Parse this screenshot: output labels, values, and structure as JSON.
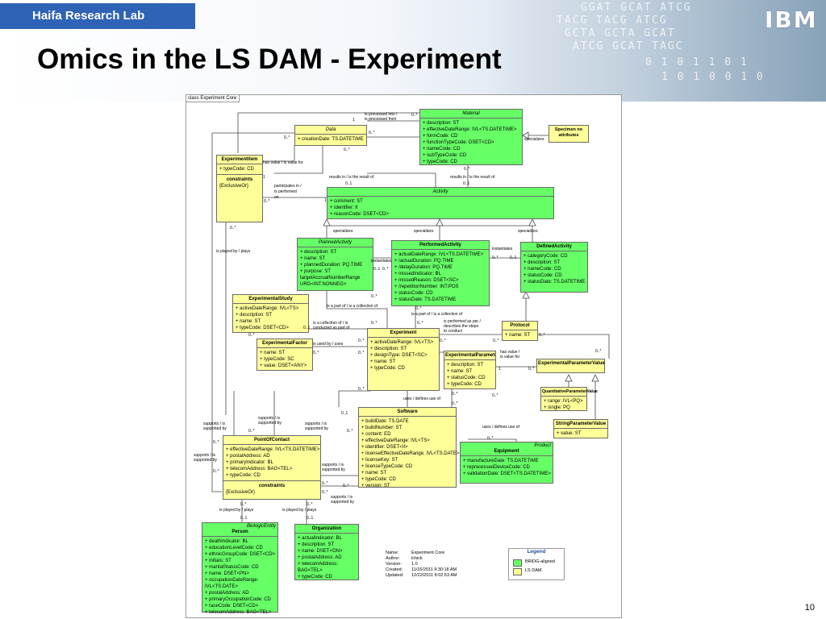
{
  "header": {
    "lab": "Haifa Research Lab",
    "title": "Omics in the LS DAM  - Experiment",
    "logo": "IBM",
    "page_number": "10"
  },
  "frame_label": "class Experiment Core",
  "colors": {
    "bridg_aligned": "#66ff66",
    "ls_dam": "#ffff99",
    "lab_tag": "#2f63b5"
  },
  "classes": {
    "material": {
      "name": "Material",
      "attrs": [
        "description:  ST",
        "effectiveDateRange:  IVL<TS.DATETIME>",
        "formCode:  CD",
        "functionTypeCode:  DSET<CD>",
        "nameCode:  CD",
        "subTypeCode:  CD",
        "typeCode:  CD"
      ]
    },
    "specimen": {
      "name": "Specimen no attributes"
    },
    "data": {
      "name": "Data",
      "attrs": [
        "creationDate:  TS.DATETIME"
      ]
    },
    "experimentitem": {
      "name": "ExperimentItem",
      "attrs": [
        "typeCode:  CD"
      ],
      "constraints_title": "constraints",
      "constraints": "{ExclusiveOr}"
    },
    "activity": {
      "name": "Activity",
      "attrs": [
        "comment:  ST",
        "identifier:  II",
        "reasonCode:  DSET<CD>"
      ]
    },
    "plannedactivity": {
      "name": "PlannedActivity",
      "attrs": [
        "description:  ST",
        "name:  ST",
        "plannedDuration:  PQ.TIME",
        "purpose:  ST",
        "targetAccrualNumberRange",
        "URG<INT.NONNEG>"
      ]
    },
    "performedactivity": {
      "name": "PerformedActivity",
      "attrs": [
        "actualDateRange:  IVL<TS.DATETIME>",
        "/actualDuration:  PQ.TIME",
        "/delayDuration:  PQ.TIME",
        "missedIndicator:  BL",
        "missedReason:  DSET<SC>",
        "/repetitionNumber:  INT.POS",
        "statusCode:  CD",
        "statusDate:  TS.DATETIME"
      ]
    },
    "definedactivity": {
      "name": "DefinedActivity",
      "attrs": [
        "categoryCode:  CD",
        "description:  ST",
        "nameCode:  CD",
        "statusCode:  CD",
        "statusDate:  TS.DATETIME"
      ]
    },
    "experimentalstudy": {
      "name": "ExperimentalStudy",
      "attrs": [
        "activeDateRange:  IVL<TS>",
        "description:  ST",
        "name:  ST",
        "typeCode:  DSET<CD>"
      ]
    },
    "protocol": {
      "name": "Protocol",
      "attrs": [
        "name:  ST"
      ]
    },
    "experimentalfactor": {
      "name": "ExperimentalFactor",
      "attrs": [
        "name:  ST",
        "typeCode:  SC",
        "value:  DSET<ANY>"
      ]
    },
    "experiment": {
      "name": "Experiment",
      "attrs": [
        "activeDateRange:  IVL<TS>",
        "description:  ST",
        "designType:  DSET<SC>",
        "name:  ST",
        "typeCode:  CD"
      ]
    },
    "experimentalparameter": {
      "name": "ExperimentalParameter",
      "attrs": [
        "description:  ST",
        "name:  ST",
        "statusCode:  CD",
        "typeCode:  CD"
      ]
    },
    "experimentalparametervalue": {
      "name": "ExperimentalParameterValue"
    },
    "quantitativeparametervalue": {
      "name": "QuantitativeParameterValue",
      "attrs": [
        "range:  IVL<PQ>",
        "single:  PQ"
      ]
    },
    "stringparametervalue": {
      "name": "StringParameterValue",
      "attrs": [
        "value:  ST"
      ]
    },
    "software": {
      "name": "Software",
      "attrs": [
        "buildDate:  TS.DATE",
        "buildNumber:  ST",
        "content:  ED",
        "effectiveDateRange:  IVL<TS>",
        "identifier:  DSET<II>",
        "licenseEffectiveDateRange:  IVL<TS.DATE>",
        "licenseKey:  ST",
        "licenseTypeCode:  CD",
        "name:  ST",
        "typeCode:  CD",
        "version:  ST"
      ]
    },
    "equipment": {
      "name": "Equipment",
      "stereo": "Product",
      "attrs": [
        "manufactureDate:  TS.DATETIME",
        "reprocessedDeviceCode:  CD",
        "validationDate:  DSET<TS.DATETIME>"
      ]
    },
    "pointofcontact": {
      "name": "PointOfContact",
      "attrs": [
        "effectiveDateRange:  IVL<TS.DATETIME>",
        "postalAddress:  AD",
        "primaryIndicator:  BL",
        "telecomAddress:  BAG<TEL>",
        "typeCode:  CD"
      ],
      "constraints_title": "constraints",
      "constraints": "{ExclusiveOr}"
    },
    "person": {
      "name": "Person",
      "stereo": "BiologicEntity",
      "attrs": [
        "deathIndicator:  BL",
        "educationLevelCode:  CD",
        "ethnicGroupCode:  DSET<CD>",
        "initials:  ST",
        "maritalStatusCode:  CD",
        "name:  DSET<PN>",
        "occupationDateRange:",
        "IVL<TS.DATE>",
        "postalAddress:  AD",
        "primaryOccupationCode:  CD",
        "raceCode:  DSET<CD>",
        "telecomAddress:  BAG<TEL>"
      ]
    },
    "organization": {
      "name": "Organization",
      "attrs": [
        "actualIndicator:  BL",
        "description:  ST",
        "name:  DSET<ON>",
        "postalAddress:  AD",
        "telecomAddress:",
        "BAG<TEL>",
        "typeCode:  CD"
      ]
    }
  },
  "meta": {
    "labels": [
      "Name:",
      "Author:",
      "Version:",
      "Created:",
      "Updated:"
    ],
    "values": [
      "Experiment Core",
      "lchick",
      "1.0",
      "11/16/2011 9:30:18 AM",
      "12/22/2011 8:02:53 AM"
    ]
  },
  "legend": {
    "title": "Legend",
    "items": [
      "BRIDG-aligned",
      "LS DAM"
    ]
  },
  "relations": {
    "r1": "is processed into /",
    "r1b": "is processed from",
    "r2": "specializes",
    "r3": "has value / is value for",
    "r4": "participates in /",
    "r4b": "is performed",
    "r4c": "on",
    "r5": "results in / is the result of",
    "r6": "results in / is the result of",
    "r7": "specializes",
    "r8": "specializes",
    "r9": "specializes",
    "r10": "instantiates",
    "r11": "instantiates",
    "r12": "is played by / plays",
    "r13": "is a part of / is a collection of",
    "r14": "is a part of / is a collection of",
    "r15": "is a collection of / is",
    "r15b": "conducted as part of",
    "r16": "is performed as per /",
    "r16b": "describes the steps",
    "r16c": "to conduct",
    "r17": "is used by / uses",
    "r18": "has value /",
    "r18b": "is value for",
    "r19": "uses / defines use of",
    "r20": "uses / defines use of",
    "r21": "supports / is",
    "r21b": "supported by",
    "r22": "supports / is",
    "r22b": "supported by",
    "r23": "supports / is",
    "r23b": "supported by",
    "r24": "supports / is",
    "r24b": "supported by",
    "r25": "supports / is",
    "r25b": "supported by",
    "r26": "supports / is",
    "r26b": "supported by",
    "r27": "is played by / plays",
    "r28": "is played by / plays"
  },
  "mult": {
    "one": "1",
    "zero_many": "0..*",
    "zero_one": "0..1"
  }
}
